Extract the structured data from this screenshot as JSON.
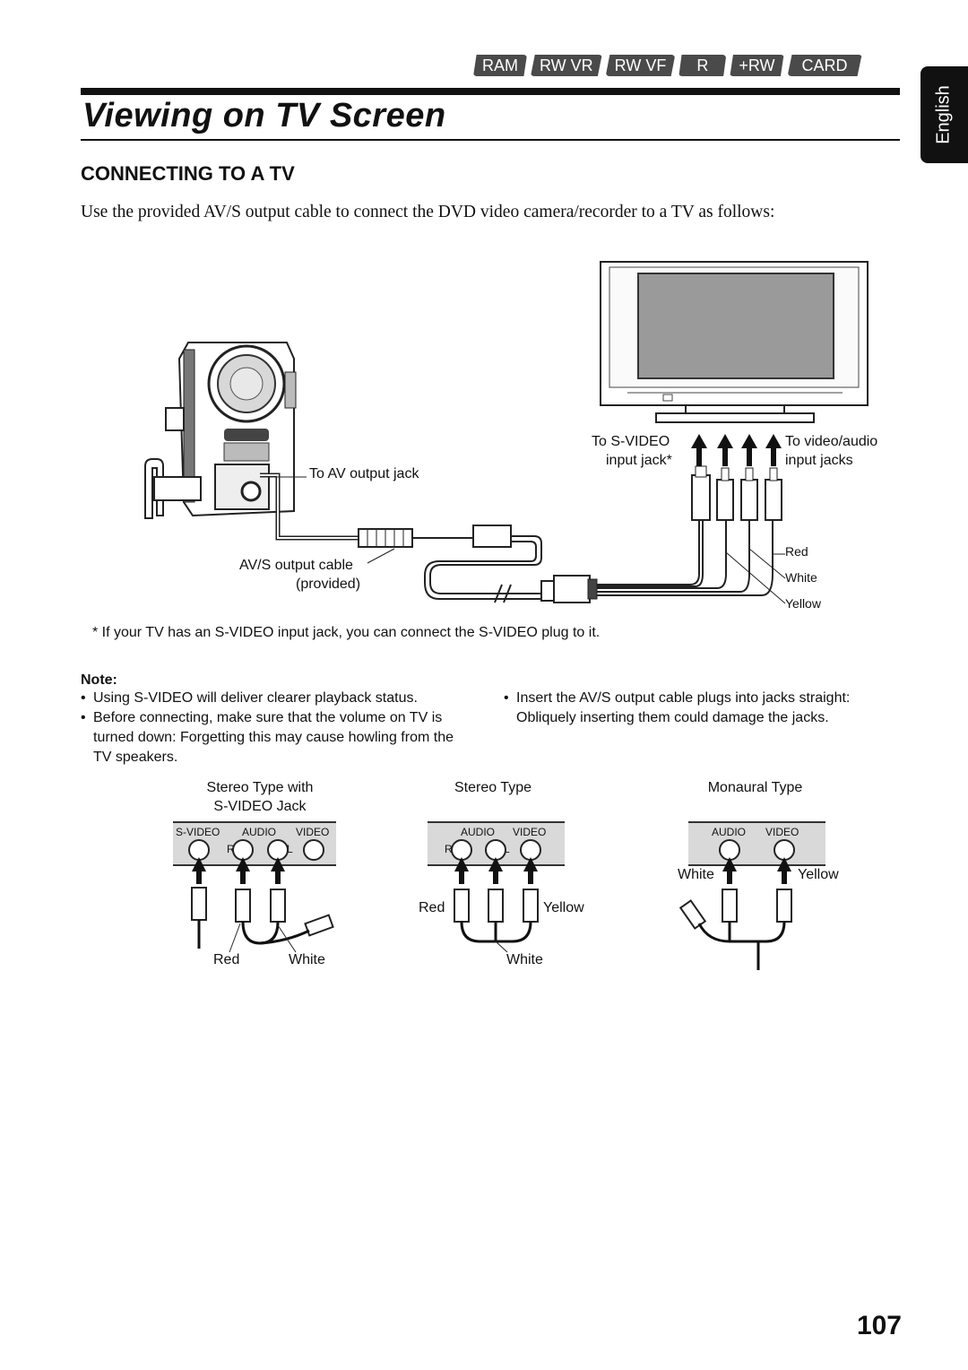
{
  "tabs": [
    "RAM",
    "RW VR",
    "RW VF",
    "R",
    "+RW",
    "CARD"
  ],
  "title": "Viewing on TV Screen",
  "language_tab": "English",
  "section_heading": "CONNECTING TO A TV",
  "intro": "Use the provided AV/S  output cable to connect the DVD video camera/recorder to a TV as follows:",
  "diagram": {
    "to_av_output_jack": "To AV output jack",
    "to_svideo_line1": "To S-VIDEO",
    "to_svideo_line2": "input jack*",
    "to_video_audio_line1": "To video/audio",
    "to_video_audio_line2": "input jacks",
    "cable_line1": "AV/S output cable",
    "cable_line2": "(provided)",
    "red": "Red",
    "white": "White",
    "yellow": "Yellow"
  },
  "footnote": "*  If your TV has an S-VIDEO input jack, you can connect the S-VIDEO plug to it.",
  "note_heading": "Note:",
  "notes_left": [
    "Using S-VIDEO will deliver clearer playback status.",
    "Before connecting, make sure that the volume on TV is turned down: Forgetting this may cause howling from the TV speakers."
  ],
  "notes_right": [
    "Insert the AV/S output cable plugs into jacks straight: Obliquely inserting them could damage the jacks."
  ],
  "types": {
    "stereo_svideo": {
      "title_line1": "Stereo Type with",
      "title_line2": "S-VIDEO Jack",
      "jacks": [
        "S-VIDEO",
        "AUDIO",
        "VIDEO"
      ],
      "r": "R",
      "l": "L",
      "red": "Red",
      "white": "White"
    },
    "stereo": {
      "title": "Stereo Type",
      "jacks": [
        "AUDIO",
        "VIDEO"
      ],
      "r": "R",
      "l": "L",
      "red": "Red",
      "yellow": "Yellow",
      "white": "White"
    },
    "mono": {
      "title": "Monaural Type",
      "jacks": [
        "AUDIO",
        "VIDEO"
      ],
      "white": "White",
      "yellow": "Yellow"
    }
  },
  "page_number": "107"
}
